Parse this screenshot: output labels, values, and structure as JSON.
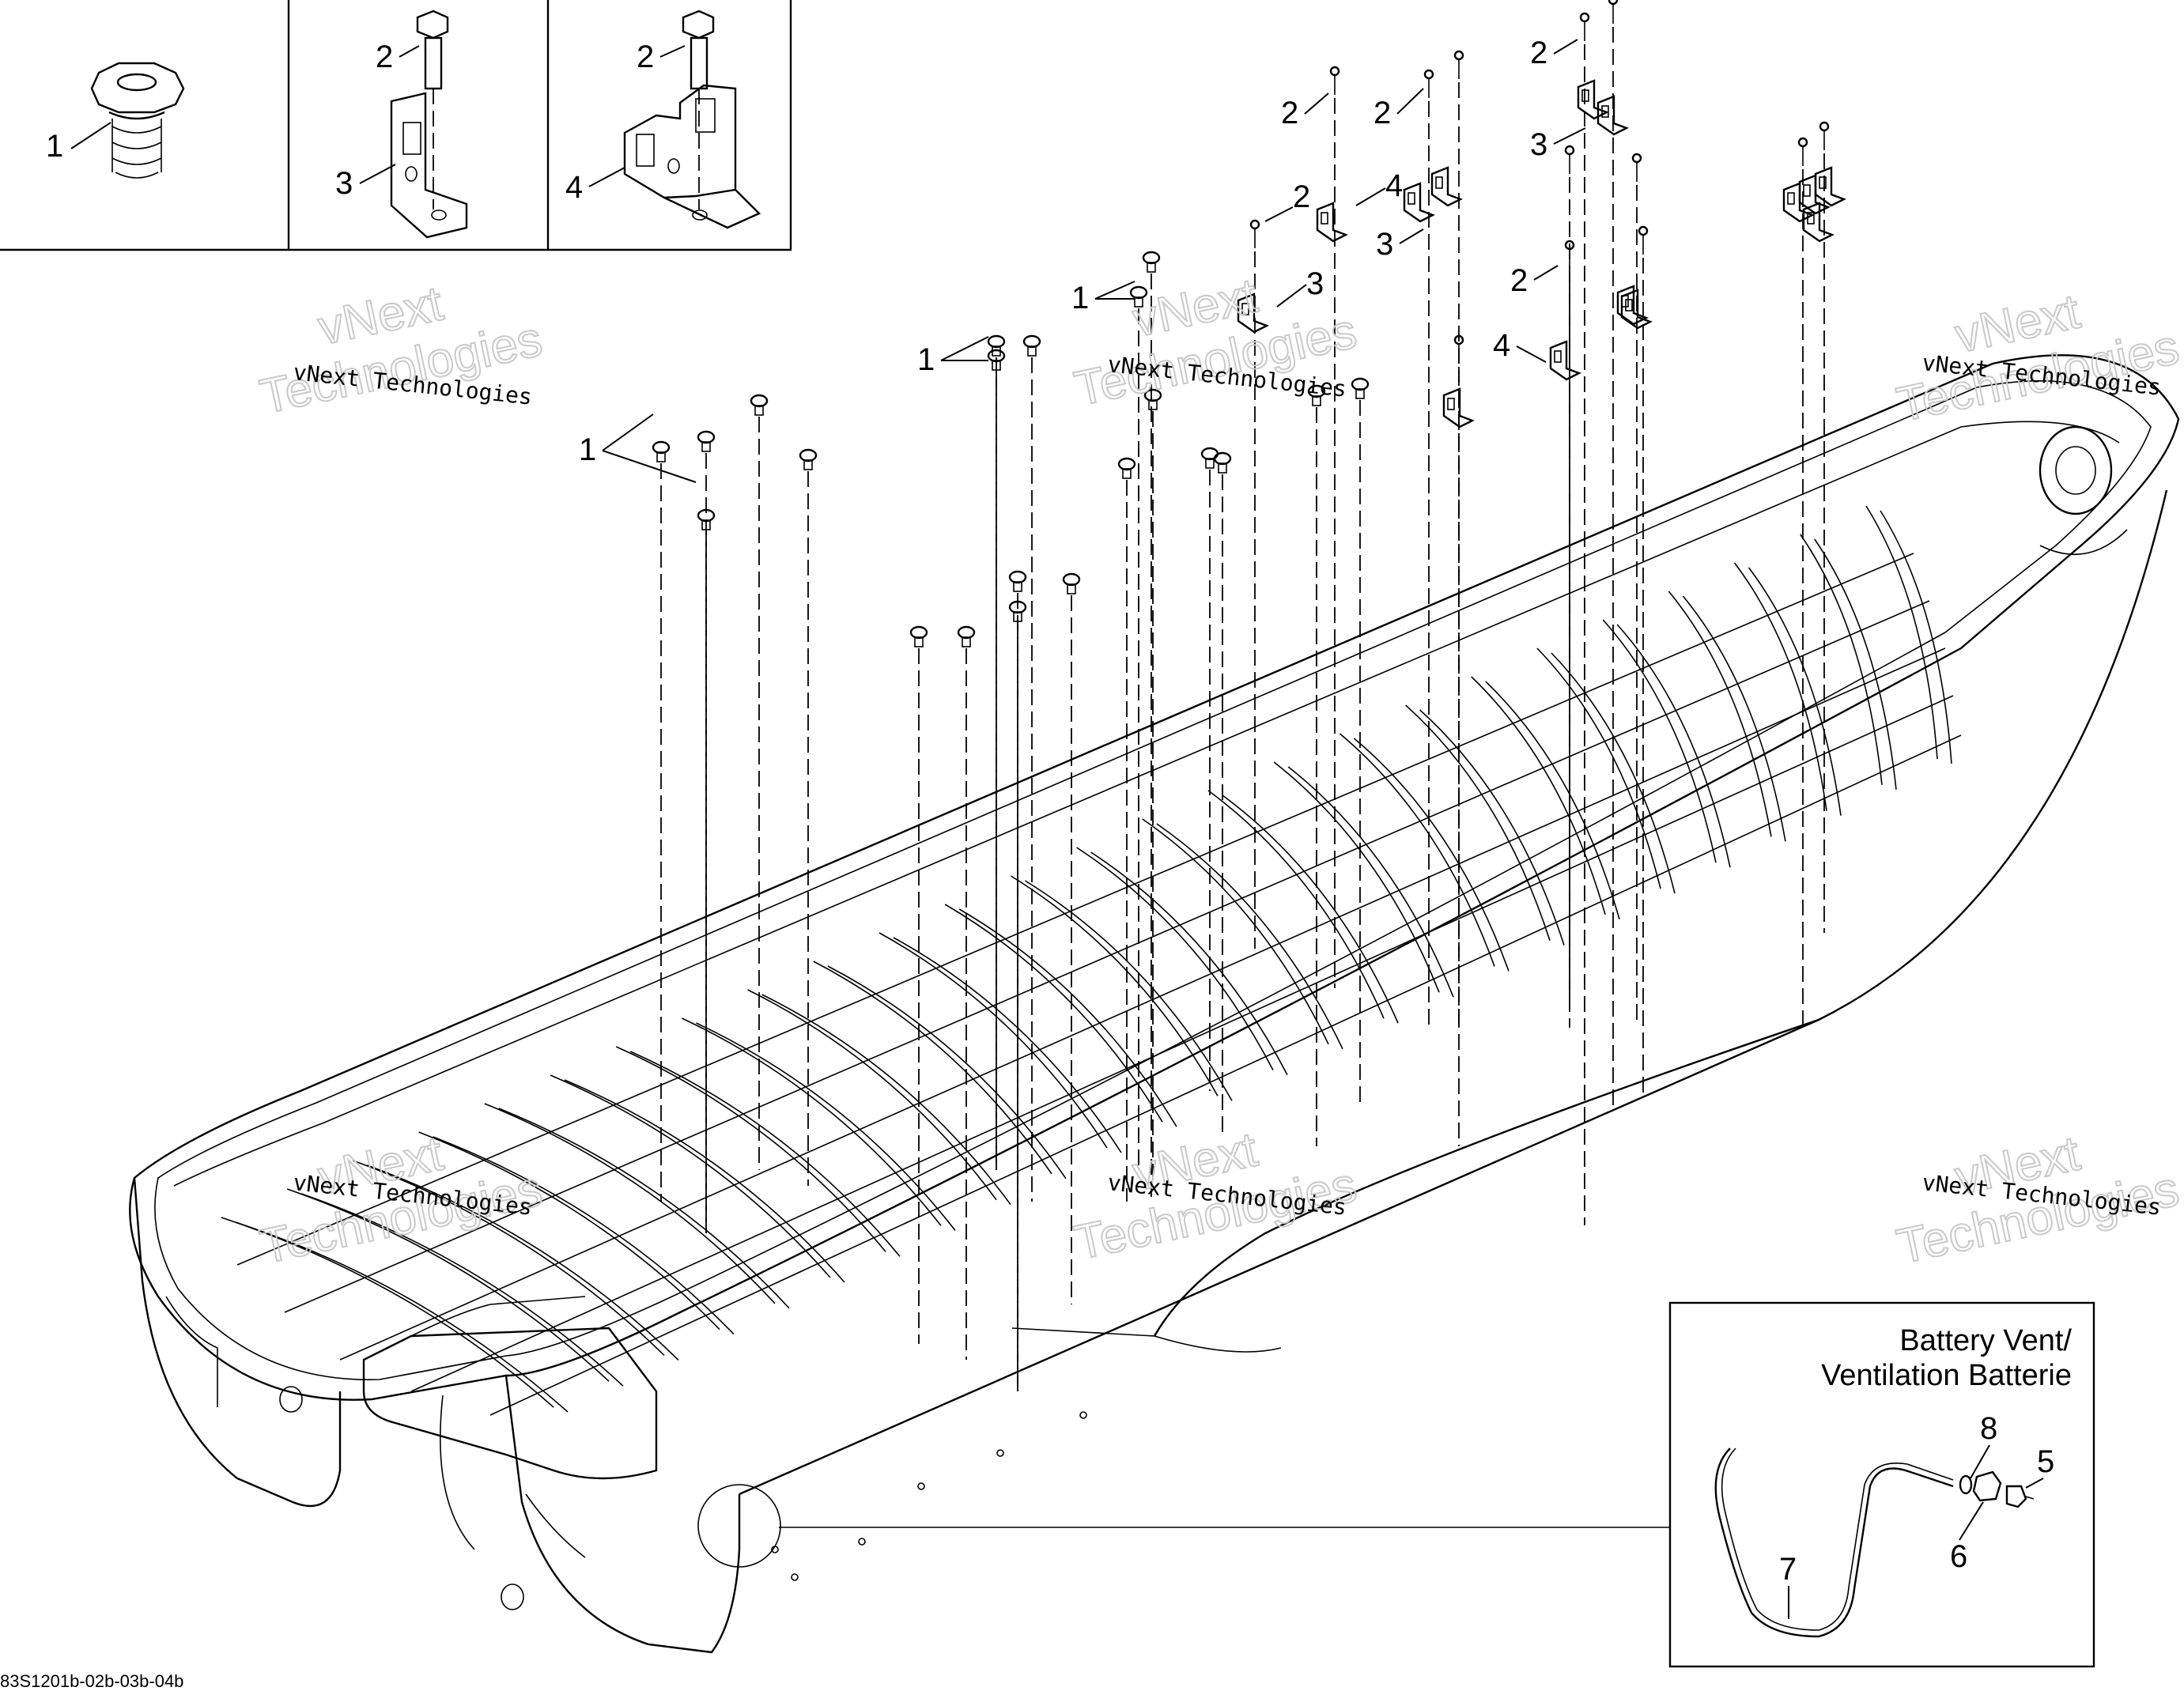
{
  "diagram": {
    "drawing_code": "83S1201b-02b-03b-04b",
    "watermark_text": "vNext Technologies",
    "watermark_outline_line1": "vNext",
    "watermark_outline_line2": "Technologies",
    "inset_battery_vent": {
      "title_line1": "Battery Vent/",
      "title_line2": "Ventilation Batterie"
    },
    "callouts": {
      "item_1": "1",
      "item_2": "2",
      "item_3": "3",
      "item_4": "4",
      "item_5": "5",
      "item_6": "6",
      "item_7": "7",
      "item_8": "8"
    }
  }
}
